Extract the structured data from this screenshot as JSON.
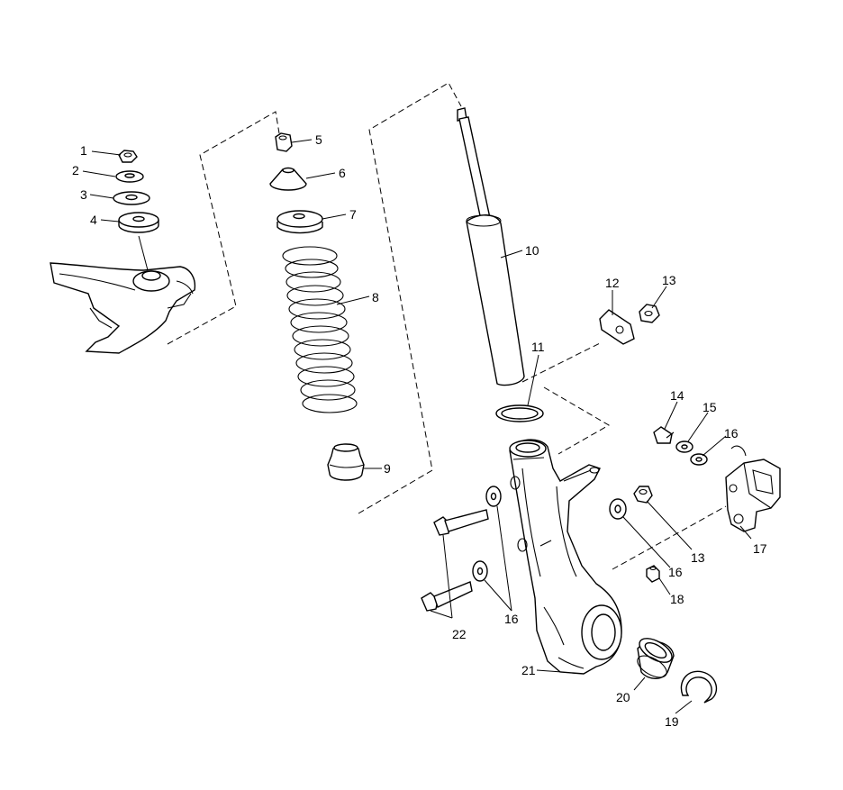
{
  "callouts": {
    "c1": "1",
    "c2": "2",
    "c3": "3",
    "c4": "4",
    "c5": "5",
    "c6": "6",
    "c7": "7",
    "c8": "8",
    "c9": "9",
    "c10": "10",
    "c11": "11",
    "c12": "12",
    "c13a": "13",
    "c13b": "13",
    "c14": "14",
    "c15": "15",
    "c16a": "16",
    "c16b": "16",
    "c16c": "16",
    "c17": "17",
    "c18": "18",
    "c19": "19",
    "c20": "20",
    "c21": "21",
    "c22": "22"
  }
}
